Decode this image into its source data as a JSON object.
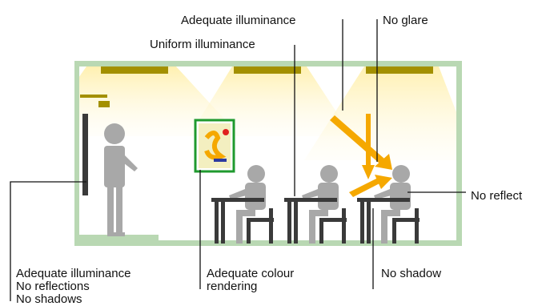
{
  "labels": {
    "adequate_illuminance_top": "Adequate illuminance",
    "no_glare": "No glare",
    "uniform_illuminance": "Uniform illuminance",
    "no_reflections_right": "No reflect",
    "bottom_left": [
      "Adequate illuminance",
      "No reflections",
      "No shadows"
    ],
    "colour_rendering": [
      "Adequate colour",
      "rendering"
    ],
    "no_shadow": "No shadow"
  },
  "colors": {
    "room_frame": "#b9d8b3",
    "light_fixture": "#a39000",
    "light_beam": "#fff4c2",
    "glare_arrow": "#f5a800",
    "figure": "#a8a8a8",
    "furniture": "#3a3a3a",
    "poster_border": "#1f9a2e"
  }
}
